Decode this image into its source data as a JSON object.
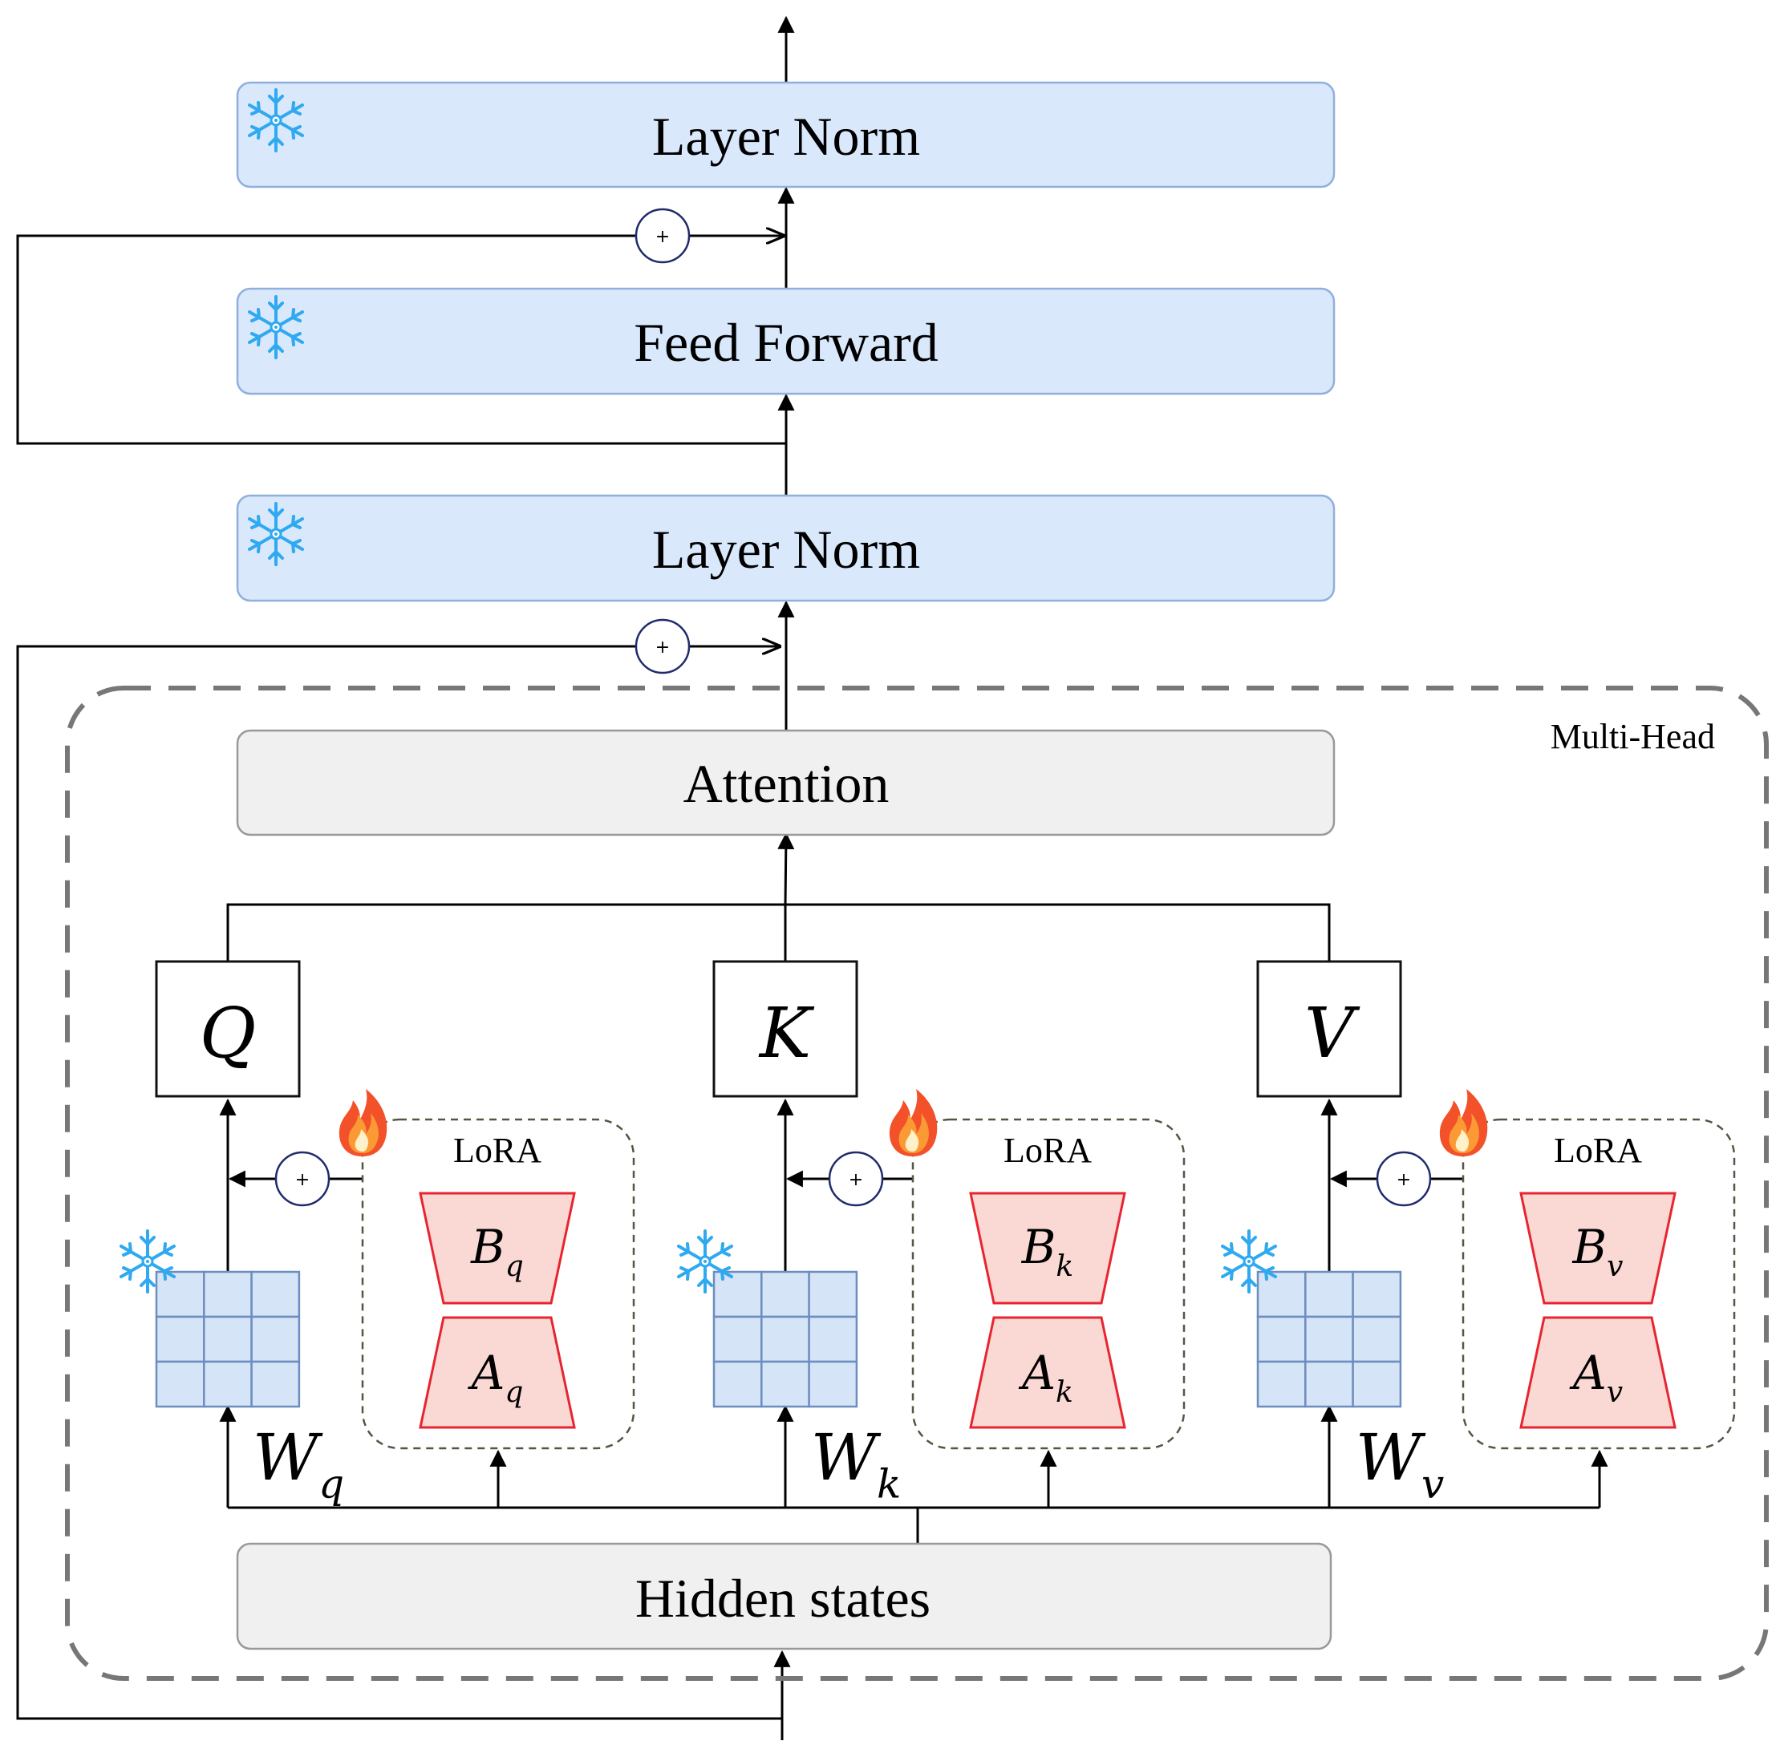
{
  "labels": {
    "layer_norm_top": "Layer Norm",
    "feed_forward": "Feed Forward",
    "layer_norm_bottom": "Layer Norm",
    "attention": "Attention",
    "hidden_states": "Hidden states",
    "multi_head": "Multi-Head",
    "plus": "+"
  },
  "qkv": [
    {
      "id": "q",
      "symbol": "Q",
      "weight": "W",
      "weight_sub": "q",
      "lora_label": "LoRA",
      "b": "B",
      "a": "A",
      "sub": "q"
    },
    {
      "id": "k",
      "symbol": "K",
      "weight": "W",
      "weight_sub": "k",
      "lora_label": "LoRA",
      "b": "B",
      "a": "A",
      "sub": "k"
    },
    {
      "id": "v",
      "symbol": "V",
      "weight": "W",
      "weight_sub": "v",
      "lora_label": "LoRA",
      "b": "B",
      "a": "A",
      "sub": "v"
    }
  ],
  "icons": {
    "frozen": "snowflake-icon",
    "trainable": "flame-icon"
  },
  "colors": {
    "frozen_box": "#dae8fc",
    "neutral_box": "#f0f0f0",
    "lora_matrix_fill": "#fad9d5",
    "lora_matrix_stroke": "#e8242f",
    "snowflake": "#2fa9f0",
    "flame": "#f2512a"
  }
}
